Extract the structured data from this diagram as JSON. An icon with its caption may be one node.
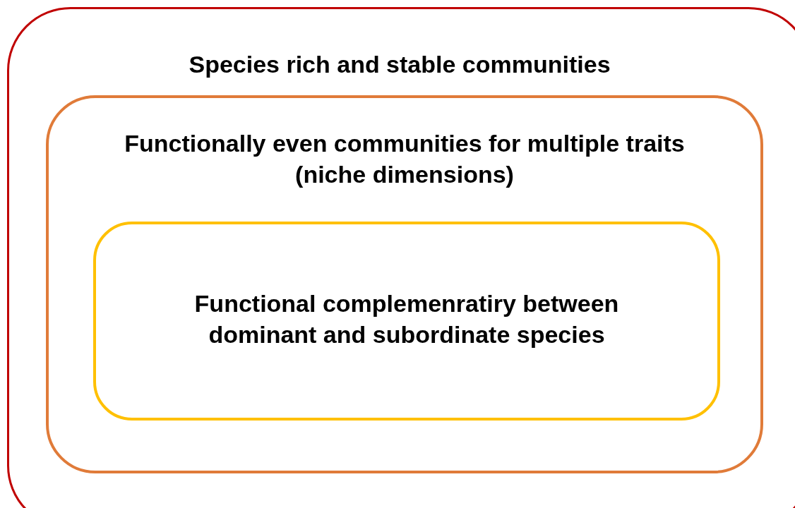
{
  "diagram": {
    "nodes": [
      {
        "text": [
          "Species rich and stable communities"
        ]
      },
      {
        "text": [
          "Functionally even communities for multiple traits (niche dimensions)"
        ],
        "in": 0
      },
      {
        "text": [
          "Functional complemenratiry between dominant and subordinate species"
        ],
        "in": 1
      }
    ]
  }
}
